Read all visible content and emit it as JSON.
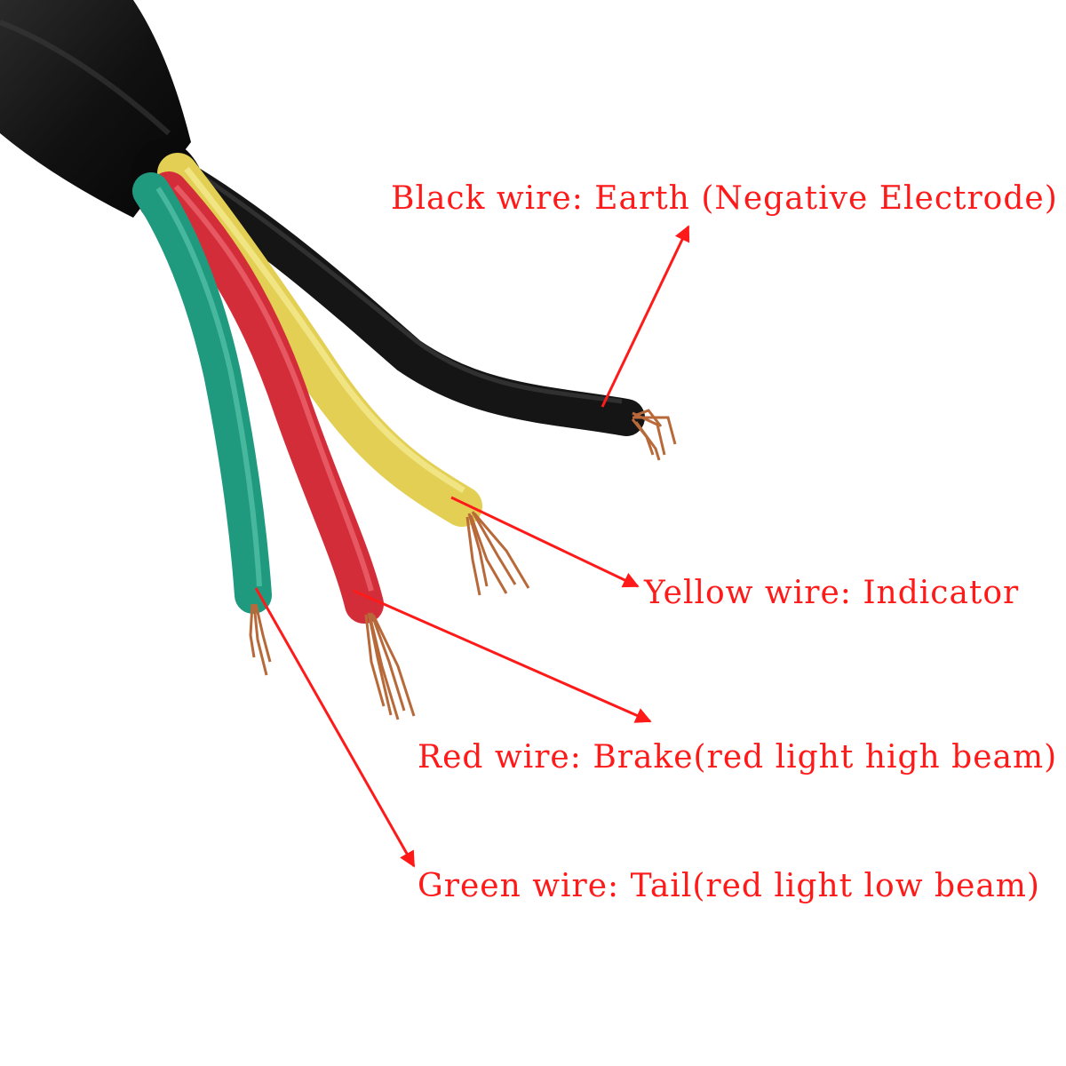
{
  "colors": {
    "background": "#ffffff",
    "annotation": "#ff1a1a",
    "cable_jacket": "#141414",
    "wire_black": "#151515",
    "wire_yellow": "#e3cf54",
    "wire_red": "#d42d3a",
    "wire_green": "#1f9a7f",
    "copper": "#b8693a"
  },
  "labels": {
    "black": "Black wire: Earth (Negative Electrode)",
    "yellow": "Yellow wire: Indicator",
    "red": "Red wire: Brake(red light high beam)",
    "green": "Green wire: Tail(red light low beam)"
  }
}
